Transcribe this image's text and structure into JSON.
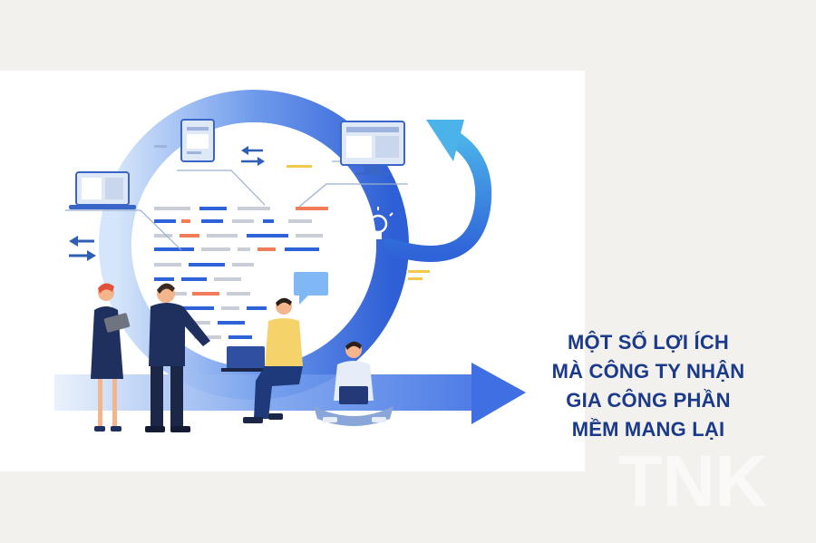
{
  "headline": {
    "lines": [
      "MỘT SỐ LỢI ÍCH",
      "MÀ CÔNG TY NHẬN",
      "GIA CÔNG PHẦN",
      "MỀM MANG LẠI"
    ]
  },
  "watermark": {
    "text": "TNK"
  },
  "colors": {
    "headline": "#1b3a8a",
    "cycle_blue": "#3d6fe0",
    "arrow_cyan": "#3fa6e6",
    "code_orange": "#f07c5a",
    "code_blue": "#2f62d6",
    "code_gray": "#c9ced6"
  },
  "icons": [
    "monitor-icon",
    "tablet-icon",
    "laptop-icon",
    "lightbulb-icon",
    "swap-arrows-icon",
    "speech-bubble-icon",
    "cycle-arrow-icon"
  ]
}
